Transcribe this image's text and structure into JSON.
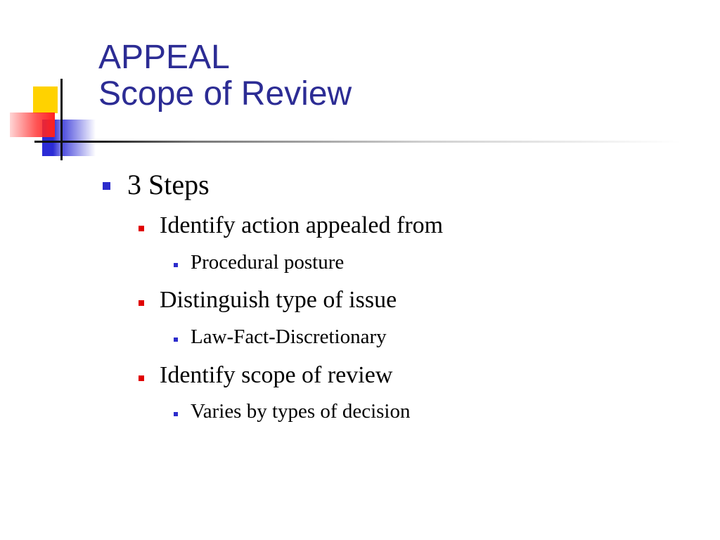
{
  "title": {
    "line1": "APPEAL",
    "line2": "Scope of Review"
  },
  "content": {
    "level1": "3 Steps",
    "steps": [
      {
        "label": "Identify action appealed from",
        "detail": "Procedural posture"
      },
      {
        "label": "Distinguish type of issue",
        "detail": "Law-Fact-Discretionary"
      },
      {
        "label": "Identify scope of review",
        "detail": "Varies by types of decision"
      }
    ]
  },
  "colors": {
    "title": "#2c2c94",
    "bullet_primary": "#2c2ccc",
    "bullet_secondary": "#e00000",
    "deco_yellow": "#ffd200",
    "deco_red": "#ff2020"
  }
}
